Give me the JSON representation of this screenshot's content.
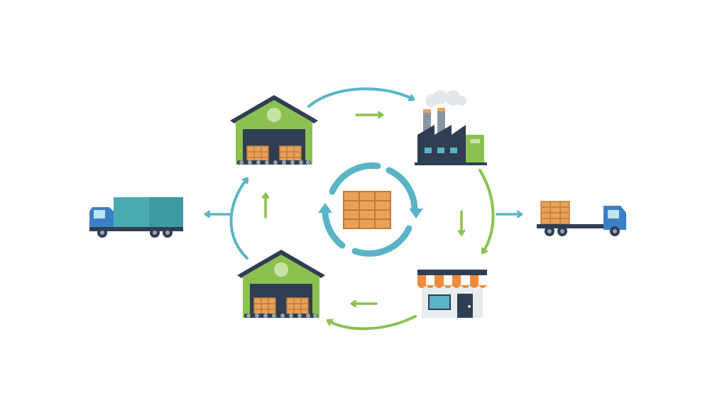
{
  "diagram": {
    "kind": "pallet-logistics-cycle",
    "nodes": [
      {
        "id": "warehouse-top",
        "icon": "warehouse-icon"
      },
      {
        "id": "factory",
        "icon": "factory-icon"
      },
      {
        "id": "store",
        "icon": "store-icon"
      },
      {
        "id": "warehouse-bottom",
        "icon": "warehouse-icon"
      },
      {
        "id": "truck-left",
        "icon": "box-truck-icon"
      },
      {
        "id": "truck-right",
        "icon": "flatbed-truck-with-pallets-icon"
      },
      {
        "id": "center-pallet",
        "icon": "pallet-icon"
      }
    ],
    "flows": [
      {
        "from": "warehouse-top",
        "to": "factory"
      },
      {
        "from": "factory",
        "to": "store"
      },
      {
        "from": "store",
        "to": "warehouse-bottom"
      },
      {
        "from": "warehouse-bottom",
        "to": "warehouse-top"
      },
      {
        "from": "warehouse-top",
        "to": "truck-left"
      },
      {
        "from": "factory",
        "to": "truck-right"
      }
    ]
  },
  "colors": {
    "teal": "#5ab4c6",
    "green": "#8cc152",
    "navy": "#2f3e52",
    "pallet_orange": "#e6a25a",
    "pallet_dark": "#c47a35",
    "truck_blue": "#3b7fc4",
    "truck_teal": "#49aab2",
    "awning_orange": "#f08a3c",
    "store_wall": "#e7ecef"
  }
}
